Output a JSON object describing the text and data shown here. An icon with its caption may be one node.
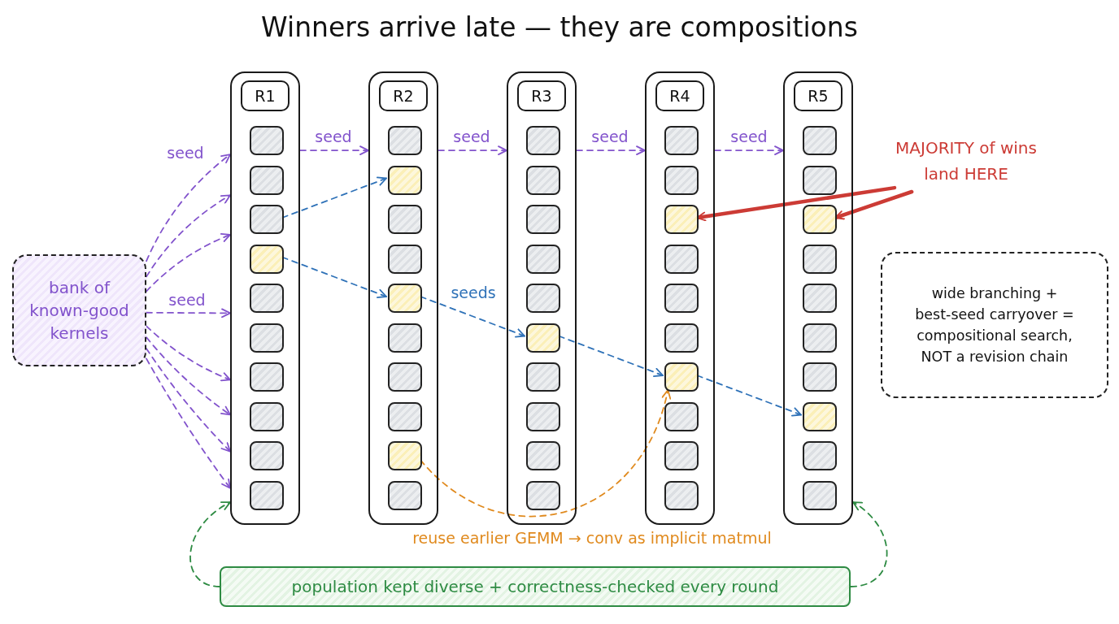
{
  "diagram": {
    "title": "Winners arrive late — they are compositions",
    "nodes": [
      {
        "text": [
          "bank of known-good kernels"
        ]
      },
      {
        "text": [
          "R1"
        ]
      },
      {
        "text": [],
        "shape": "box",
        "in": 1
      },
      {
        "text": [],
        "shape": "box",
        "in": 1
      },
      {
        "text": [],
        "shape": "box",
        "in": 1
      },
      {
        "text": [],
        "shape": "box",
        "in": 1
      },
      {
        "text": [],
        "shape": "box",
        "in": 1
      },
      {
        "text": [],
        "shape": "box",
        "in": 1
      },
      {
        "text": [],
        "shape": "box",
        "in": 1
      },
      {
        "text": [],
        "shape": "box",
        "in": 1
      },
      {
        "text": [],
        "shape": "box",
        "in": 1
      },
      {
        "text": [],
        "shape": "box",
        "in": 1
      },
      {
        "text": [
          "R2"
        ]
      },
      {
        "text": [],
        "shape": "box",
        "in": 12
      },
      {
        "text": [],
        "shape": "box",
        "in": 12
      },
      {
        "text": [],
        "shape": "box",
        "in": 12
      },
      {
        "text": [],
        "shape": "box",
        "in": 12
      },
      {
        "text": [],
        "shape": "box",
        "in": 12
      },
      {
        "text": [],
        "shape": "box",
        "in": 12
      },
      {
        "text": [],
        "shape": "box",
        "in": 12
      },
      {
        "text": [],
        "shape": "box",
        "in": 12
      },
      {
        "text": [],
        "shape": "box",
        "in": 12
      },
      {
        "text": [],
        "shape": "box",
        "in": 12
      },
      {
        "text": [
          "R3"
        ]
      },
      {
        "text": [],
        "shape": "box",
        "in": 23
      },
      {
        "text": [],
        "shape": "box",
        "in": 23
      },
      {
        "text": [],
        "shape": "box",
        "in": 23
      },
      {
        "text": [],
        "shape": "box",
        "in": 23
      },
      {
        "text": [],
        "shape": "box",
        "in": 23
      },
      {
        "text": [],
        "shape": "box",
        "in": 23
      },
      {
        "text": [],
        "shape": "box",
        "in": 23
      },
      {
        "text": [],
        "shape": "box",
        "in": 23
      },
      {
        "text": [],
        "shape": "box",
        "in": 23
      },
      {
        "text": [],
        "shape": "box",
        "in": 23
      },
      {
        "text": [
          "R4"
        ]
      },
      {
        "text": [],
        "shape": "box",
        "in": 34
      },
      {
        "text": [],
        "shape": "box",
        "in": 34
      },
      {
        "text": [],
        "shape": "box",
        "in": 34
      },
      {
        "text": [],
        "shape": "box",
        "in": 34
      },
      {
        "text": [],
        "shape": "box",
        "in": 34
      },
      {
        "text": [],
        "shape": "box",
        "in": 34
      },
      {
        "text": [],
        "shape": "box",
        "in": 34
      },
      {
        "text": [],
        "shape": "box",
        "in": 34
      },
      {
        "text": [],
        "shape": "box",
        "in": 34
      },
      {
        "text": [],
        "shape": "box",
        "in": 34
      },
      {
        "text": [
          "R5"
        ]
      },
      {
        "text": [],
        "shape": "box",
        "in": 45
      },
      {
        "text": [],
        "shape": "box",
        "in": 45
      },
      {
        "text": [],
        "shape": "box",
        "in": 45
      },
      {
        "text": [],
        "shape": "box",
        "in": 45
      },
      {
        "text": [],
        "shape": "box",
        "in": 45
      },
      {
        "text": [],
        "shape": "box",
        "in": 45
      },
      {
        "text": [],
        "shape": "box",
        "in": 45
      },
      {
        "text": [],
        "shape": "box",
        "in": 45
      },
      {
        "text": [],
        "shape": "box",
        "in": 45
      },
      {
        "text": [],
        "shape": "box",
        "in": 45
      },
      {
        "text": [
          "MAJORITY of wins land HERE"
        ]
      },
      {
        "text": [
          "wide branching + best-seed carryover = compositional search, NOT a revision chain"
        ]
      },
      {
        "text": [
          "population kept diverse + correctness-checked every round"
        ]
      }
    ],
    "edges": [
      {
        "from": 0,
        "to": 1,
        "arrow": "to",
        "style": "dashed",
        "label": "seed"
      },
      {
        "from": 0,
        "to": 1,
        "arrow": "to",
        "style": "dashed"
      },
      {
        "from": 0,
        "to": 1,
        "arrow": "to",
        "style": "dashed"
      },
      {
        "from": 0,
        "to": 1,
        "arrow": "to",
        "style": "dashed",
        "label": "seed"
      },
      {
        "from": 0,
        "to": 1,
        "arrow": "to",
        "style": "dashed"
      },
      {
        "from": 0,
        "to": 1,
        "arrow": "to",
        "style": "dashed"
      },
      {
        "from": 0,
        "to": 1,
        "arrow": "to",
        "style": "dashed"
      },
      {
        "from": 0,
        "to": 1,
        "arrow": "to",
        "style": "dashed"
      },
      {
        "from": 1,
        "to": 12,
        "arrow": "to",
        "style": "dashed",
        "label": "seed"
      },
      {
        "from": 12,
        "to": 23,
        "arrow": "to",
        "style": "dashed",
        "label": "seed"
      },
      {
        "from": 23,
        "to": 34,
        "arrow": "to",
        "style": "dashed",
        "label": "seed"
      },
      {
        "from": 34,
        "to": 45,
        "arrow": "to",
        "style": "dashed",
        "label": "seed"
      },
      {
        "from": 4,
        "to": 14,
        "arrow": "to",
        "style": "dashed",
        "color": "#2f72b8"
      },
      {
        "from": 5,
        "to": 17,
        "arrow": "to",
        "style": "dashed",
        "color": "#2f72b8"
      },
      {
        "from": 17,
        "to": 29,
        "arrow": "to",
        "style": "dashed",
        "color": "#2f72b8",
        "label": "seeds"
      },
      {
        "from": 29,
        "to": 41,
        "arrow": "to",
        "style": "dashed",
        "color": "#2f72b8"
      },
      {
        "from": 41,
        "to": 53,
        "arrow": "to",
        "style": "dashed",
        "color": "#2f72b8"
      },
      {
        "from": 21,
        "to": 41,
        "arrow": "to",
        "style": "dashed",
        "color": "#e08a1e",
        "label": "reuse earlier GEMM → conv as implicit matmul"
      },
      {
        "from": 56,
        "to": 37,
        "arrow": "to",
        "style": "thick",
        "color": "#cc3b35"
      },
      {
        "from": 56,
        "to": 48,
        "arrow": "to",
        "style": "thick",
        "color": "#cc3b35"
      },
      {
        "from": 58,
        "to": 1,
        "arrow": "to",
        "style": "dashed",
        "color": "#2e8b43"
      },
      {
        "from": 58,
        "to": 45,
        "arrow": "to",
        "style": "dashed",
        "color": "#2e8b43"
      }
    ]
  }
}
